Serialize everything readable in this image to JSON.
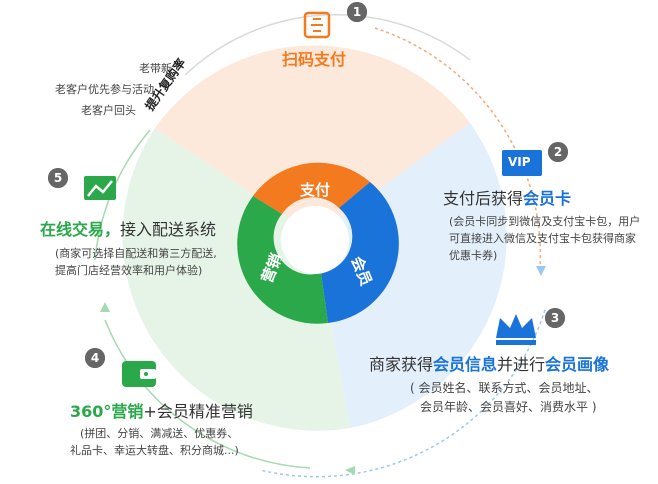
{
  "steps": {
    "s1": {
      "num": "1",
      "title": "扫码支付"
    },
    "s2": {
      "num": "2",
      "title_pre": "支付后获得",
      "title_hl": "会员卡",
      "desc": [
        "(会员卡同步到微信及支付宝卡包，用户",
        "可直接进入微信及支付宝卡包获得商家",
        "优惠卡券)"
      ],
      "badge": "VIP"
    },
    "s3": {
      "num": "3",
      "title_pre": "商家获得",
      "title_hl1": "会员信息",
      "title_mid": "并进行",
      "title_hl2": "会员画像",
      "desc": [
        "( 会员姓名、联系方式、会员地址、",
        "会员年龄、会员喜好、消费水平 )"
      ]
    },
    "s4": {
      "num": "4",
      "title_hl": "360°营销",
      "title_post": "+会员精准营销",
      "desc": [
        "(拼团、分销、满减送、优惠券、",
        "礼品卡、幸运大转盘、积分商城...)"
      ]
    },
    "s5": {
      "num": "5",
      "title_hl": "在线交易，",
      "title_post": "接入配送系统",
      "desc": [
        "(商家可选择自配送和第三方配送,",
        "提高门店经营效率和用户体验)"
      ]
    }
  },
  "repurchase": {
    "label": "提升复购率",
    "items": [
      "老带新",
      "老客户优先参与活动",
      "老客户回头"
    ]
  },
  "ring": {
    "pay": "支付",
    "member": "会员",
    "marketing": "营销"
  },
  "colors": {
    "orange": "#f47a1f",
    "blue": "#1a73d9",
    "green": "#2aa84a",
    "peach": "#fde9dc",
    "lightblue": "#e3effb",
    "lightgreen": "#e6f4e8",
    "numbg": "#666666"
  }
}
